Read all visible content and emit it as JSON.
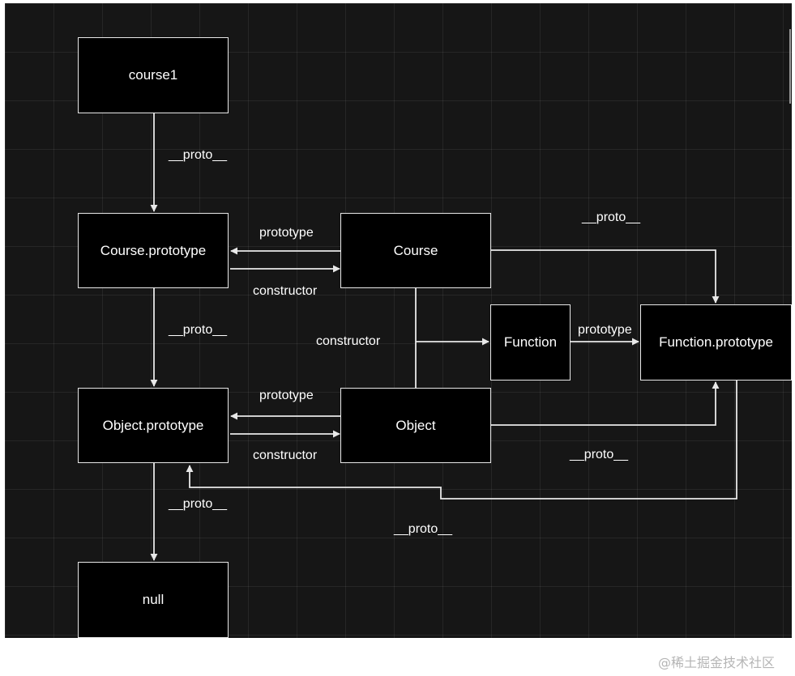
{
  "nodes": {
    "course1": "course1",
    "course_prototype": "Course.prototype",
    "course": "Course",
    "function": "Function",
    "function_prototype": "Function.prototype",
    "object_prototype": "Object.prototype",
    "object": "Object",
    "null": "null"
  },
  "edge_labels": {
    "proto_course1": "__proto__",
    "proto_course_prototype": "__proto__",
    "proto_course": "__proto__",
    "prototype_course": "prototype",
    "constructor_course": "constructor",
    "constructor_to_function": "constructor",
    "prototype_function": "prototype",
    "prototype_object": "prototype",
    "constructor_object": "constructor",
    "proto_object": "__proto__",
    "proto_object_prototype": "__proto__",
    "proto_function_prototype": "__proto__"
  },
  "colors": {
    "background": "#161616",
    "node_fill": "#000000",
    "stroke": "#e8e8e8",
    "text": "#ffffff"
  },
  "watermark": "@稀土掘金技术社区"
}
